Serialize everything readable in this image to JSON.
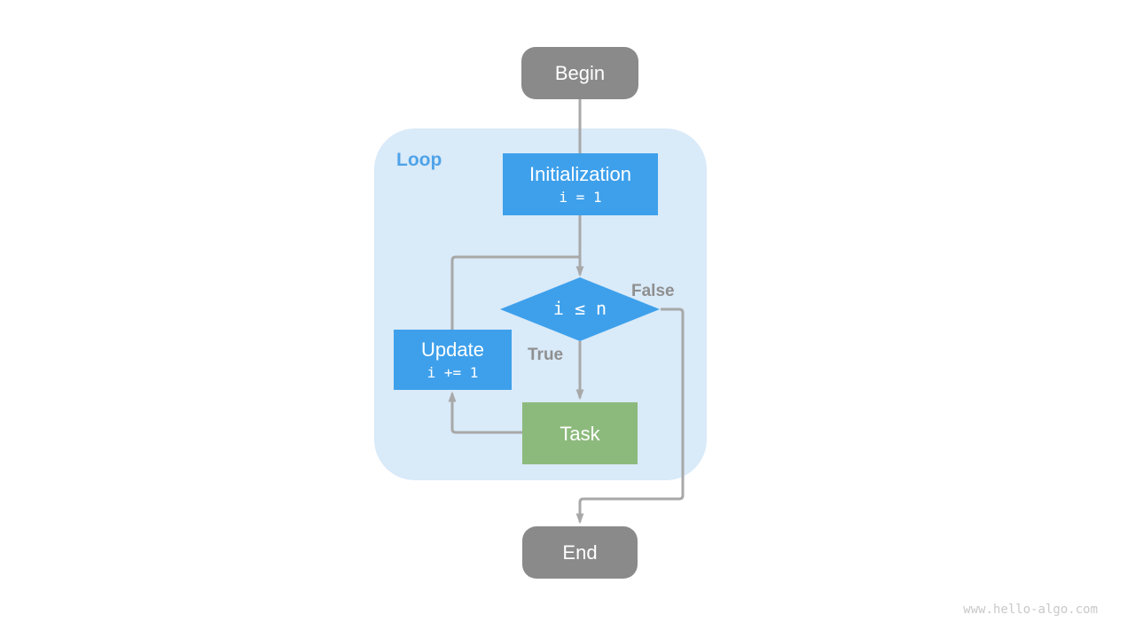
{
  "colors": {
    "process_blue": "#3EA0EB",
    "task_green": "#8CBA7C",
    "terminal_gray": "#8A8A8A",
    "loop_container_bg": "#D9EAF9",
    "loop_label_blue": "#4FA3E8",
    "connector_gray": "#A8A8A8",
    "edge_label_gray": "#8F8F8F",
    "watermark_gray": "#C9C9C9",
    "page_bg": "#FFFFFF"
  },
  "flowchart": {
    "nodes": {
      "begin": {
        "label": "Begin"
      },
      "loop": {
        "label": "Loop"
      },
      "initialization": {
        "title": "Initialization",
        "code": "i = 1"
      },
      "condition": {
        "code": "i ≤ n"
      },
      "update": {
        "title": "Update",
        "code": "i += 1"
      },
      "task": {
        "label": "Task"
      },
      "end": {
        "label": "End"
      }
    },
    "edge_labels": {
      "true_branch": "True",
      "false_branch": "False"
    }
  },
  "watermark": "www.hello-algo.com"
}
